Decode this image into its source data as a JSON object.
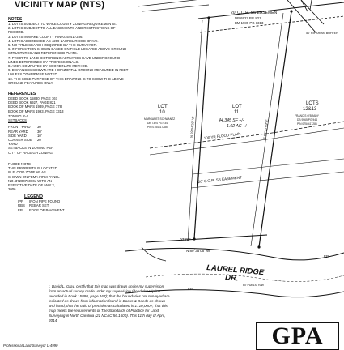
{
  "title": "VICINITY MAP (NTS)",
  "notes": {
    "header": "NOTES",
    "items": [
      "1. LOT IS SUBJECT TO WAKE COUNTY ZONING REQUIREMENTS.",
      "2. LOT IS SUBJECT TO ALL EASEMENTS AND RESTRICTIONS OF RECORD.",
      "3. LOT IS IN WAKE COUNTY PIN#0754417286.",
      "4. LOT IS ADDRESSED AS 4209 LAUREL RIDGE DRIVE.",
      "5. NO TITLE SEARCH REQUIRED BY THE SURVEYOR.",
      "6. INFORMATION SHOWN BASED ON FIELD LOCATED ABOVE GROUND STRUCTURES AND REFERENCED PLATS.",
      "7. PRIOR TO LAND DISTURBING ACTIVITIES HAVE UNDERGROUND LINES DETERMINED BY PROFESSIONALS.",
      "8. AREA COMPUTED BY COORDINATE METHOD.",
      "9. DISTANCES SHOWN ARE HORIZONTAL GROUND MEASURED IN FEET UNLESS OTHERWISE NOTED.",
      "10. THE SOLE PURPOSE OF THIS DRAWING IS TO SHOW THE ABOVE GROUND FEATURES ONLY."
    ]
  },
  "references": {
    "header": "REFERENCES",
    "items": [
      "DEED BOOK 15880, PAGE 167",
      "DEED BOOK 6927, PAGE 821",
      "BOOK OF MAPS 1989, PAGE 178",
      "BOOK OF MAPS 1993, PAGE 1313"
    ]
  },
  "zoning": {
    "zoning_label": "ZONING R-4",
    "setbacks_label": "SETBACKS",
    "rows": [
      {
        "label": "FRONT YARD",
        "value": "30'"
      },
      {
        "label": "REAR YARD",
        "value": "30'"
      },
      {
        "label": "SIDE YARD",
        "value": "10'"
      },
      {
        "label": "CORNER SIDE YARD",
        "value": "20'"
      }
    ],
    "extra": [
      "SETBACKS IN ZONING PER",
      "CITY OF RALEIGH ZONING"
    ]
  },
  "flood": {
    "header": "FLOOD NOTE",
    "lines": [
      "THIS PROPERTY IS LOCATED",
      "IN FLOOD ZONE AE AS",
      "SHOWN ON FEMA FIRM PANEL",
      "NO. 3720076000J WITH AN",
      "EFFECTIVE DATE OF MAY 2,",
      "2006."
    ]
  },
  "legend": {
    "header": "LEGEND",
    "items": [
      {
        "symbol": "IPF",
        "label": "IRON PIPE FOUND"
      },
      {
        "symbol": "RBS",
        "label": "REBAR SET"
      },
      {
        "symbol": "EP",
        "label": "EDGE OF PAVEMENT"
      }
    ]
  },
  "map": {
    "easement_top_1": "20' C.O.R. SS EASEMENT",
    "easement_top_2": "DB 6927 PG 821",
    "easement_top_3": "BM 1989 PG 1313",
    "riparian": "50' RIPARIAN BUFFER",
    "lot10_label": "LOT",
    "lot10_num": "10",
    "lot10_owner_1": "MARGARET SCHWANTZ",
    "lot10_owner_2": "DB 7324 PG 934",
    "lot10_owner_3": "PIN 0754417285",
    "lot11_label": "LOT",
    "lot11_num": "11",
    "lot11_area": "44,345 SF +/-",
    "lot11_acres": "1.02 AC +/-",
    "lot12_label": "LOTS",
    "lot12_num": "12&13",
    "lot12_owner_1": "FRANCIS O'BRADY",
    "lot12_owner_2": "DB 9565 PG 944",
    "lot12_owner_3": "PIN 0754417286",
    "flood_plain": "100 YR FLOOD PLAIN",
    "easement_mid": "20' C.O.R. SS EASEMENT",
    "bearing_left": "N 09°54'29\" W",
    "bearing_right": "S 08°12'59\" E",
    "dim_bottom": "97.82'",
    "bearing_bottom": "N 80°35'06\" W",
    "street_1": "LAUREL RIDGE",
    "street_2": "DR.",
    "street_row": "60' PUBLIC R/W",
    "ep": "EP"
  },
  "statement": "I, David L. Gray, certify that this map was drawn under my supervision from an actual survey made under my supervision (deed description recorded in Book 15880, page 167); that the boundaries not surveyed are indicated as drawn from information found in Books & Deeds as shown and listed; that the ratio of precision as calculated is 1: 10,000+; that this map meets the requirements of The Standards of Practice for Land Surveying in North Carolina (21 NCAC 56.1600). This 11th day of April, 2014.",
  "signature_line": "Professional Land Surveyor    L-4990",
  "gpa": "GPA"
}
